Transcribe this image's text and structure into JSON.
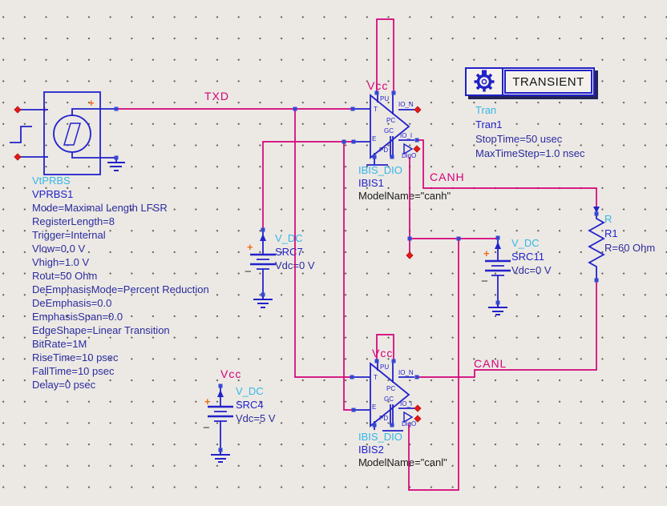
{
  "polarity": {
    "plus": "+",
    "minus": "−"
  },
  "nets": {
    "txd": "TXD",
    "canh": "CANH",
    "canl": "CANL",
    "vcc": "Vcc"
  },
  "pins": {
    "pu": "PU",
    "t": "T",
    "pc": "PC",
    "gc": "GC",
    "e": "E",
    "pd": "PD",
    "io_n": "IO_N",
    "io_i": "IO_I",
    "digo": "DigO"
  },
  "vprbs": {
    "type": "VtPRBS",
    "name": "VPRBS1",
    "params": [
      "Mode=Maximal Length LFSR",
      "RegisterLength=8",
      "Trigger=Internal",
      "Vlow=0.0 V",
      "Vhigh=1.0 V",
      "Rout=50 Ohm",
      "DeEmphasisMode=Percent Reduction",
      "DeEmphasis=0.0",
      "EmphasisSpan=0.0",
      "EdgeShape=Linear Transition",
      "BitRate=1M",
      "RiseTime=10 psec",
      "FallTime=10 psec",
      "Delay=0 psec"
    ]
  },
  "ibis1": {
    "type": "IBIS_DIO",
    "name": "IBIS1",
    "param": "ModelName=\"canh\""
  },
  "ibis2": {
    "type": "IBIS_DIO",
    "name": "IBIS2",
    "param": "ModelName=\"canl\""
  },
  "src7": {
    "type": "V_DC",
    "name": "SRC7",
    "param": "Vdc=0 V"
  },
  "src4": {
    "type": "V_DC",
    "name": "SRC4",
    "param": "Vdc=5 V"
  },
  "src11": {
    "type": "V_DC",
    "name": "SRC11",
    "param": "Vdc=0 V"
  },
  "r1": {
    "type": "R",
    "name": "R1",
    "param": "R=60 Ohm"
  },
  "transient": {
    "title": "TRANSIENT",
    "type": "Tran",
    "name": "Tran1",
    "param1": "StopTime=50 usec",
    "param2": "MaxTimeStep=1.0 nsec"
  },
  "colors": {
    "wire": "#d40078",
    "component": "#2222cb",
    "cyan_text": "#35b6e9",
    "param_text": "#2b2ba0",
    "orange": "#f26a1b",
    "unconnected_red": "#e81818",
    "background": "#ece9e4"
  }
}
